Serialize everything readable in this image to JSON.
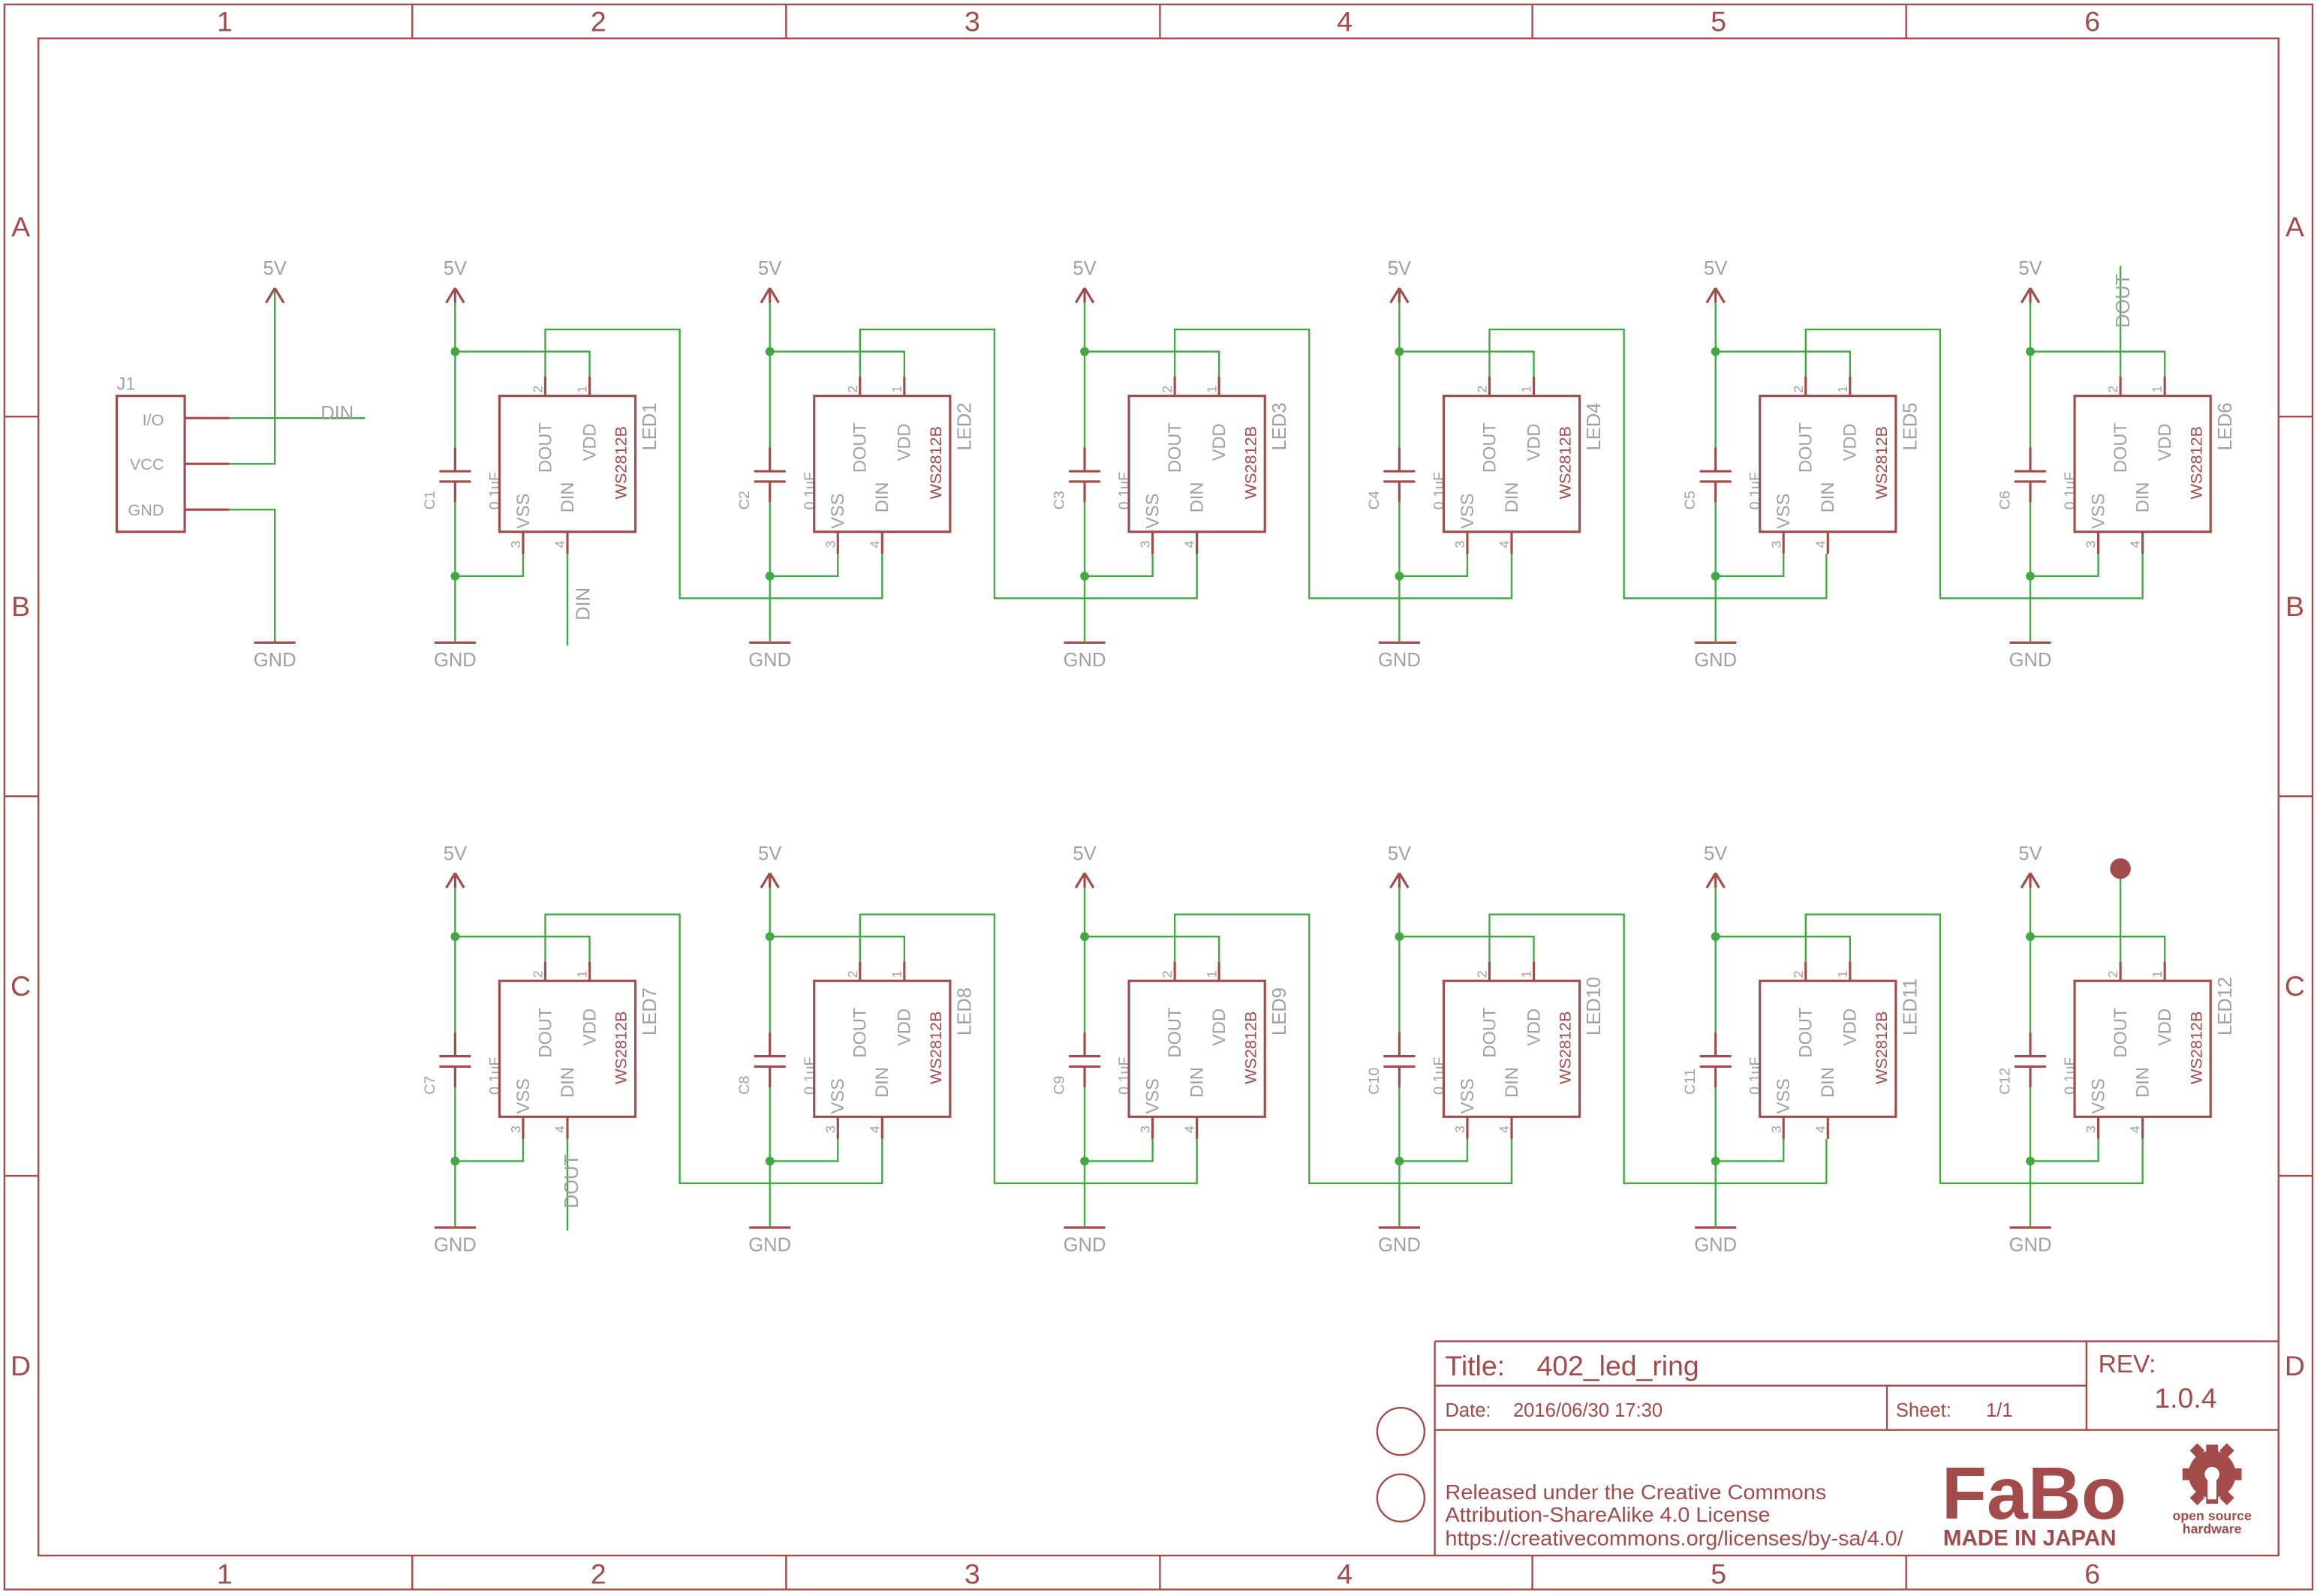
{
  "frame": {
    "columns": [
      "1",
      "2",
      "3",
      "4",
      "5",
      "6"
    ],
    "rows": [
      "A",
      "B",
      "C",
      "D"
    ]
  },
  "power": {
    "vcc_label": "5V",
    "gnd_label": "GND"
  },
  "connector": {
    "ref": "J1",
    "pins": [
      "I/O",
      "VCC",
      "GND"
    ],
    "net": "DIN"
  },
  "led_part": {
    "value": "WS2812B",
    "pin_names": {
      "dout": "DOUT",
      "vdd": "VDD",
      "vss": "VSS",
      "din": "DIN"
    },
    "pin_numbers": [
      "1",
      "2",
      "3",
      "4"
    ]
  },
  "cap_value": "0.1uF",
  "leds": [
    {
      "ref": "LED1",
      "cap": "C1"
    },
    {
      "ref": "LED2",
      "cap": "C2"
    },
    {
      "ref": "LED3",
      "cap": "C3"
    },
    {
      "ref": "LED4",
      "cap": "C4"
    },
    {
      "ref": "LED5",
      "cap": "C5"
    },
    {
      "ref": "LED6",
      "cap": "C6"
    },
    {
      "ref": "LED7",
      "cap": "C7"
    },
    {
      "ref": "LED8",
      "cap": "C8"
    },
    {
      "ref": "LED9",
      "cap": "C9"
    },
    {
      "ref": "LED10",
      "cap": "C10"
    },
    {
      "ref": "LED11",
      "cap": "C11"
    },
    {
      "ref": "LED12",
      "cap": "C12"
    }
  ],
  "net_labels": {
    "din": "DIN",
    "dout": "DOUT"
  },
  "title_block": {
    "title_label": "Title:",
    "title": "402_led_ring",
    "date_label": "Date:",
    "date": "2016/06/30 17:30",
    "sheet_label": "Sheet:",
    "sheet": "1/1",
    "rev_label": "REV:",
    "rev": "1.0.4",
    "license": [
      "Released under the Creative Commons",
      "Attribution-ShareAlike 4.0 License",
      "https://creativecommons.org/licenses/by-sa/4.0/"
    ],
    "logo_text": "FaBo",
    "logo_sub": "MADE IN JAPAN",
    "oshw": [
      "open source",
      "hardware"
    ]
  },
  "colors": {
    "frame": "#a34a4a",
    "wire": "#3faa3f",
    "text": "#a0a0a0"
  }
}
